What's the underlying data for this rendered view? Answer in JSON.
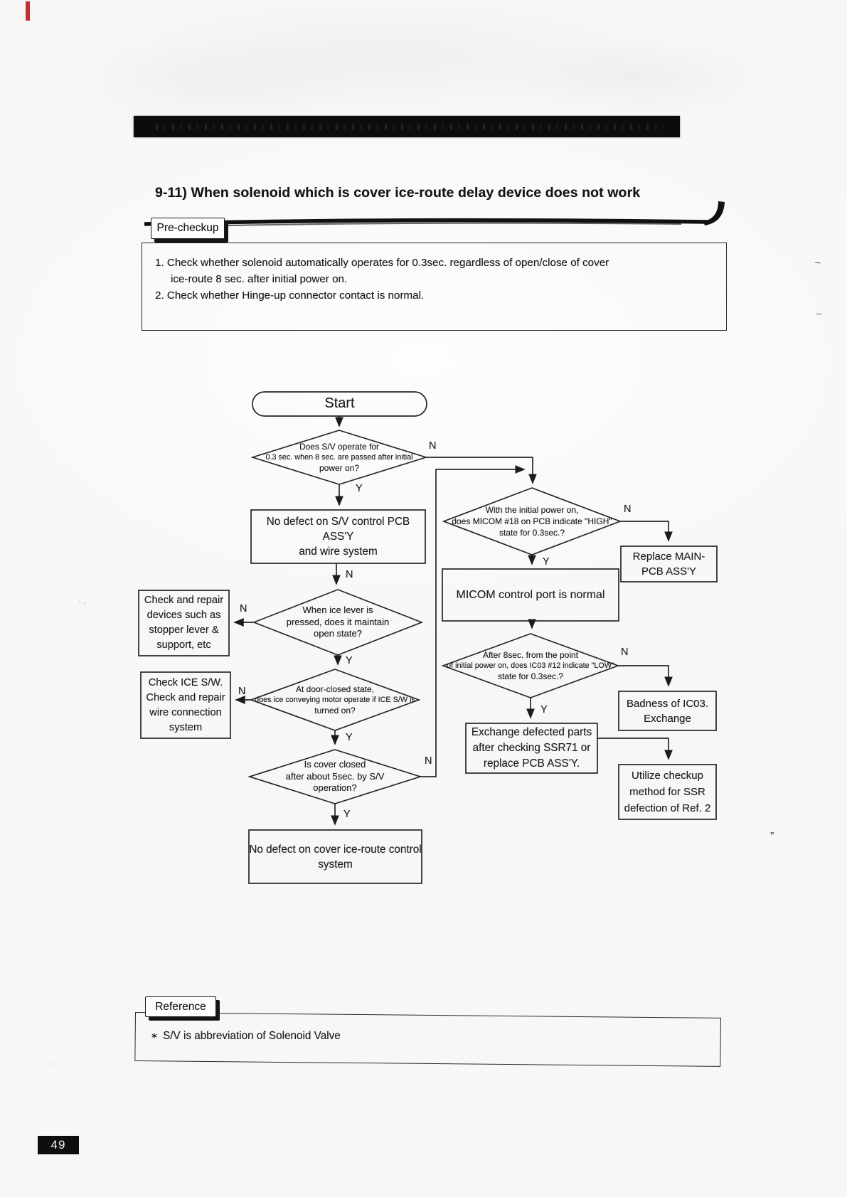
{
  "header": {
    "title": "9-11) When solenoid which is cover ice-route delay device does not work"
  },
  "precheckup": {
    "tab_label": "Pre-checkup",
    "line1": "1. Check whether solenoid  automatically operates  for 0.3sec. regardless of open/close of  cover",
    "line2": "ice-route 8 sec. after  initial power on.",
    "line3": "2. Check whether Hinge-up connector contact is normal."
  },
  "flowchart": {
    "start": "Start",
    "yes": "Y",
    "no": "N",
    "d1": {
      "l1": "Does S/V operate for",
      "l2": "0.3 sec. when 8 sec. are passed after initial",
      "l3": "power on?"
    },
    "d2": {
      "l1": "With the initial power on,",
      "l2": "does MICOM #18 on PCB indicate \"HIGH\"",
      "l3": "state for 0.3sec.?"
    },
    "d3": {
      "l1": "When ice lever is",
      "l2": "pressed, does it maintain",
      "l3": "open state?"
    },
    "d4": {
      "l1": "At door-closed state,",
      "l2": "does ice conveying  motor operate if ICE S/W is",
      "l3": "turned on?"
    },
    "d5": {
      "l1": "Is  cover closed",
      "l2": "after about 5sec. by  S/V",
      "l3": "operation?"
    },
    "d6": {
      "l1": "After 8sec. from the point",
      "l2": "of initial power on,  does IC03 #12 indicate \"LOW\"",
      "l3": "state for 0.3sec.?"
    },
    "box_no_defect_sv": {
      "l1": "No defect on S/V control PCB ASS'Y",
      "l2": "and wire system"
    },
    "box_check_stopper": {
      "l1": "Check and repair",
      "l2": "devices such as",
      "l3": "stopper lever &",
      "l4": "support, etc"
    },
    "box_check_ice_sw": {
      "l1": "Check  ICE S/W.",
      "l2": "Check and repair",
      "l3": "wire connection",
      "l4": "system"
    },
    "box_no_defect_cover": {
      "l1": "No defect on cover ice-route control",
      "l2": "system"
    },
    "box_micom_normal": "MICOM control port is normal",
    "box_replace_main": {
      "l1": "Replace  MAIN-",
      "l2": "PCB ASS'Y"
    },
    "box_badness_ic03": {
      "l1": "Badness of IC03.",
      "l2": "Exchange"
    },
    "box_exchange_parts": {
      "l1": "Exchange defected parts",
      "l2": "after checking SSR71 or",
      "l3": "replace PCB ASS'Y."
    },
    "box_utilize_checkup": {
      "l1": "Utilize checkup",
      "l2": "method for SSR",
      "l3": "defection of Ref. 2"
    }
  },
  "reference": {
    "tab_label": "Reference",
    "bullet": "∗",
    "note": "S/V is  abbreviation of Solenoid Valve"
  },
  "page_number": "49"
}
